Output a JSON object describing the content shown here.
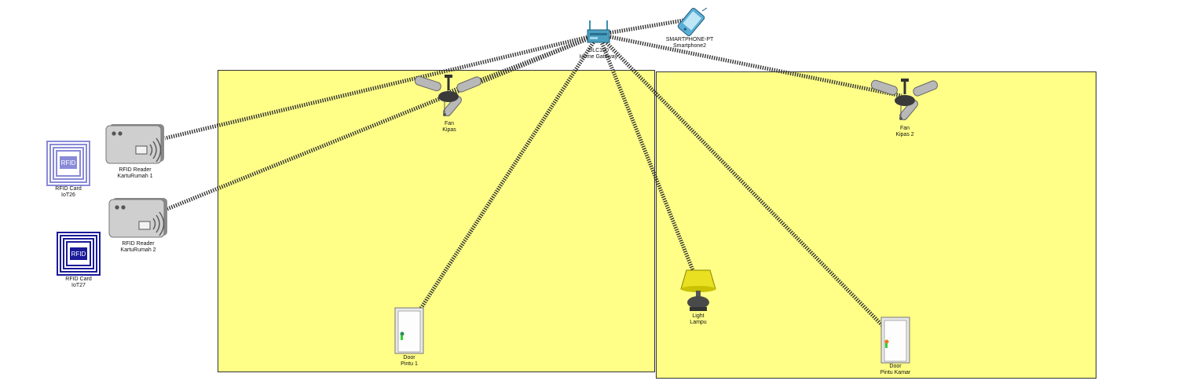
{
  "rooms": [
    {
      "name": "room-1"
    },
    {
      "name": "room-2"
    }
  ],
  "devices": {
    "gateway": {
      "line1": "DLC100",
      "line2": "Home Gateway",
      "icon": "home-gateway-icon"
    },
    "smartphone": {
      "line1": "SMARTPHONE-PT",
      "line2": "Smartphone2",
      "icon": "smartphone-icon"
    },
    "fan1": {
      "line1": "Fan",
      "line2": "Kipas",
      "icon": "ceiling-fan-icon"
    },
    "fan2": {
      "line1": "Fan",
      "line2": "Kipas 2",
      "icon": "ceiling-fan-icon"
    },
    "rfid_reader1": {
      "line1": "RFID Reader",
      "line2": "KartuRumah 1",
      "icon": "rfid-reader-icon"
    },
    "rfid_reader2": {
      "line1": "RFID Reader",
      "line2": "KartuRumah 2",
      "icon": "rfid-reader-icon"
    },
    "rfid_card1": {
      "line1": "RFID Card",
      "line2": "IoT26",
      "icon": "rfid-card-icon",
      "chip": "RFID"
    },
    "rfid_card2": {
      "line1": "RFID Card",
      "line2": "IoT27",
      "icon": "rfid-card-icon",
      "chip": "RFID"
    },
    "light": {
      "line1": "Light",
      "line2": "Lampu",
      "icon": "lamp-icon"
    },
    "door1": {
      "line1": "Door",
      "line2": "Pintu 1",
      "icon": "door-icon"
    },
    "door2": {
      "line1": "Door",
      "line2": "Pintu Kamar",
      "icon": "door-icon"
    }
  },
  "colors": {
    "room_fill": "#ffff88",
    "link": "#333333",
    "gateway": "#3a8fb0",
    "card1": "#8a8ad8",
    "card2": "#1a1a9a"
  }
}
